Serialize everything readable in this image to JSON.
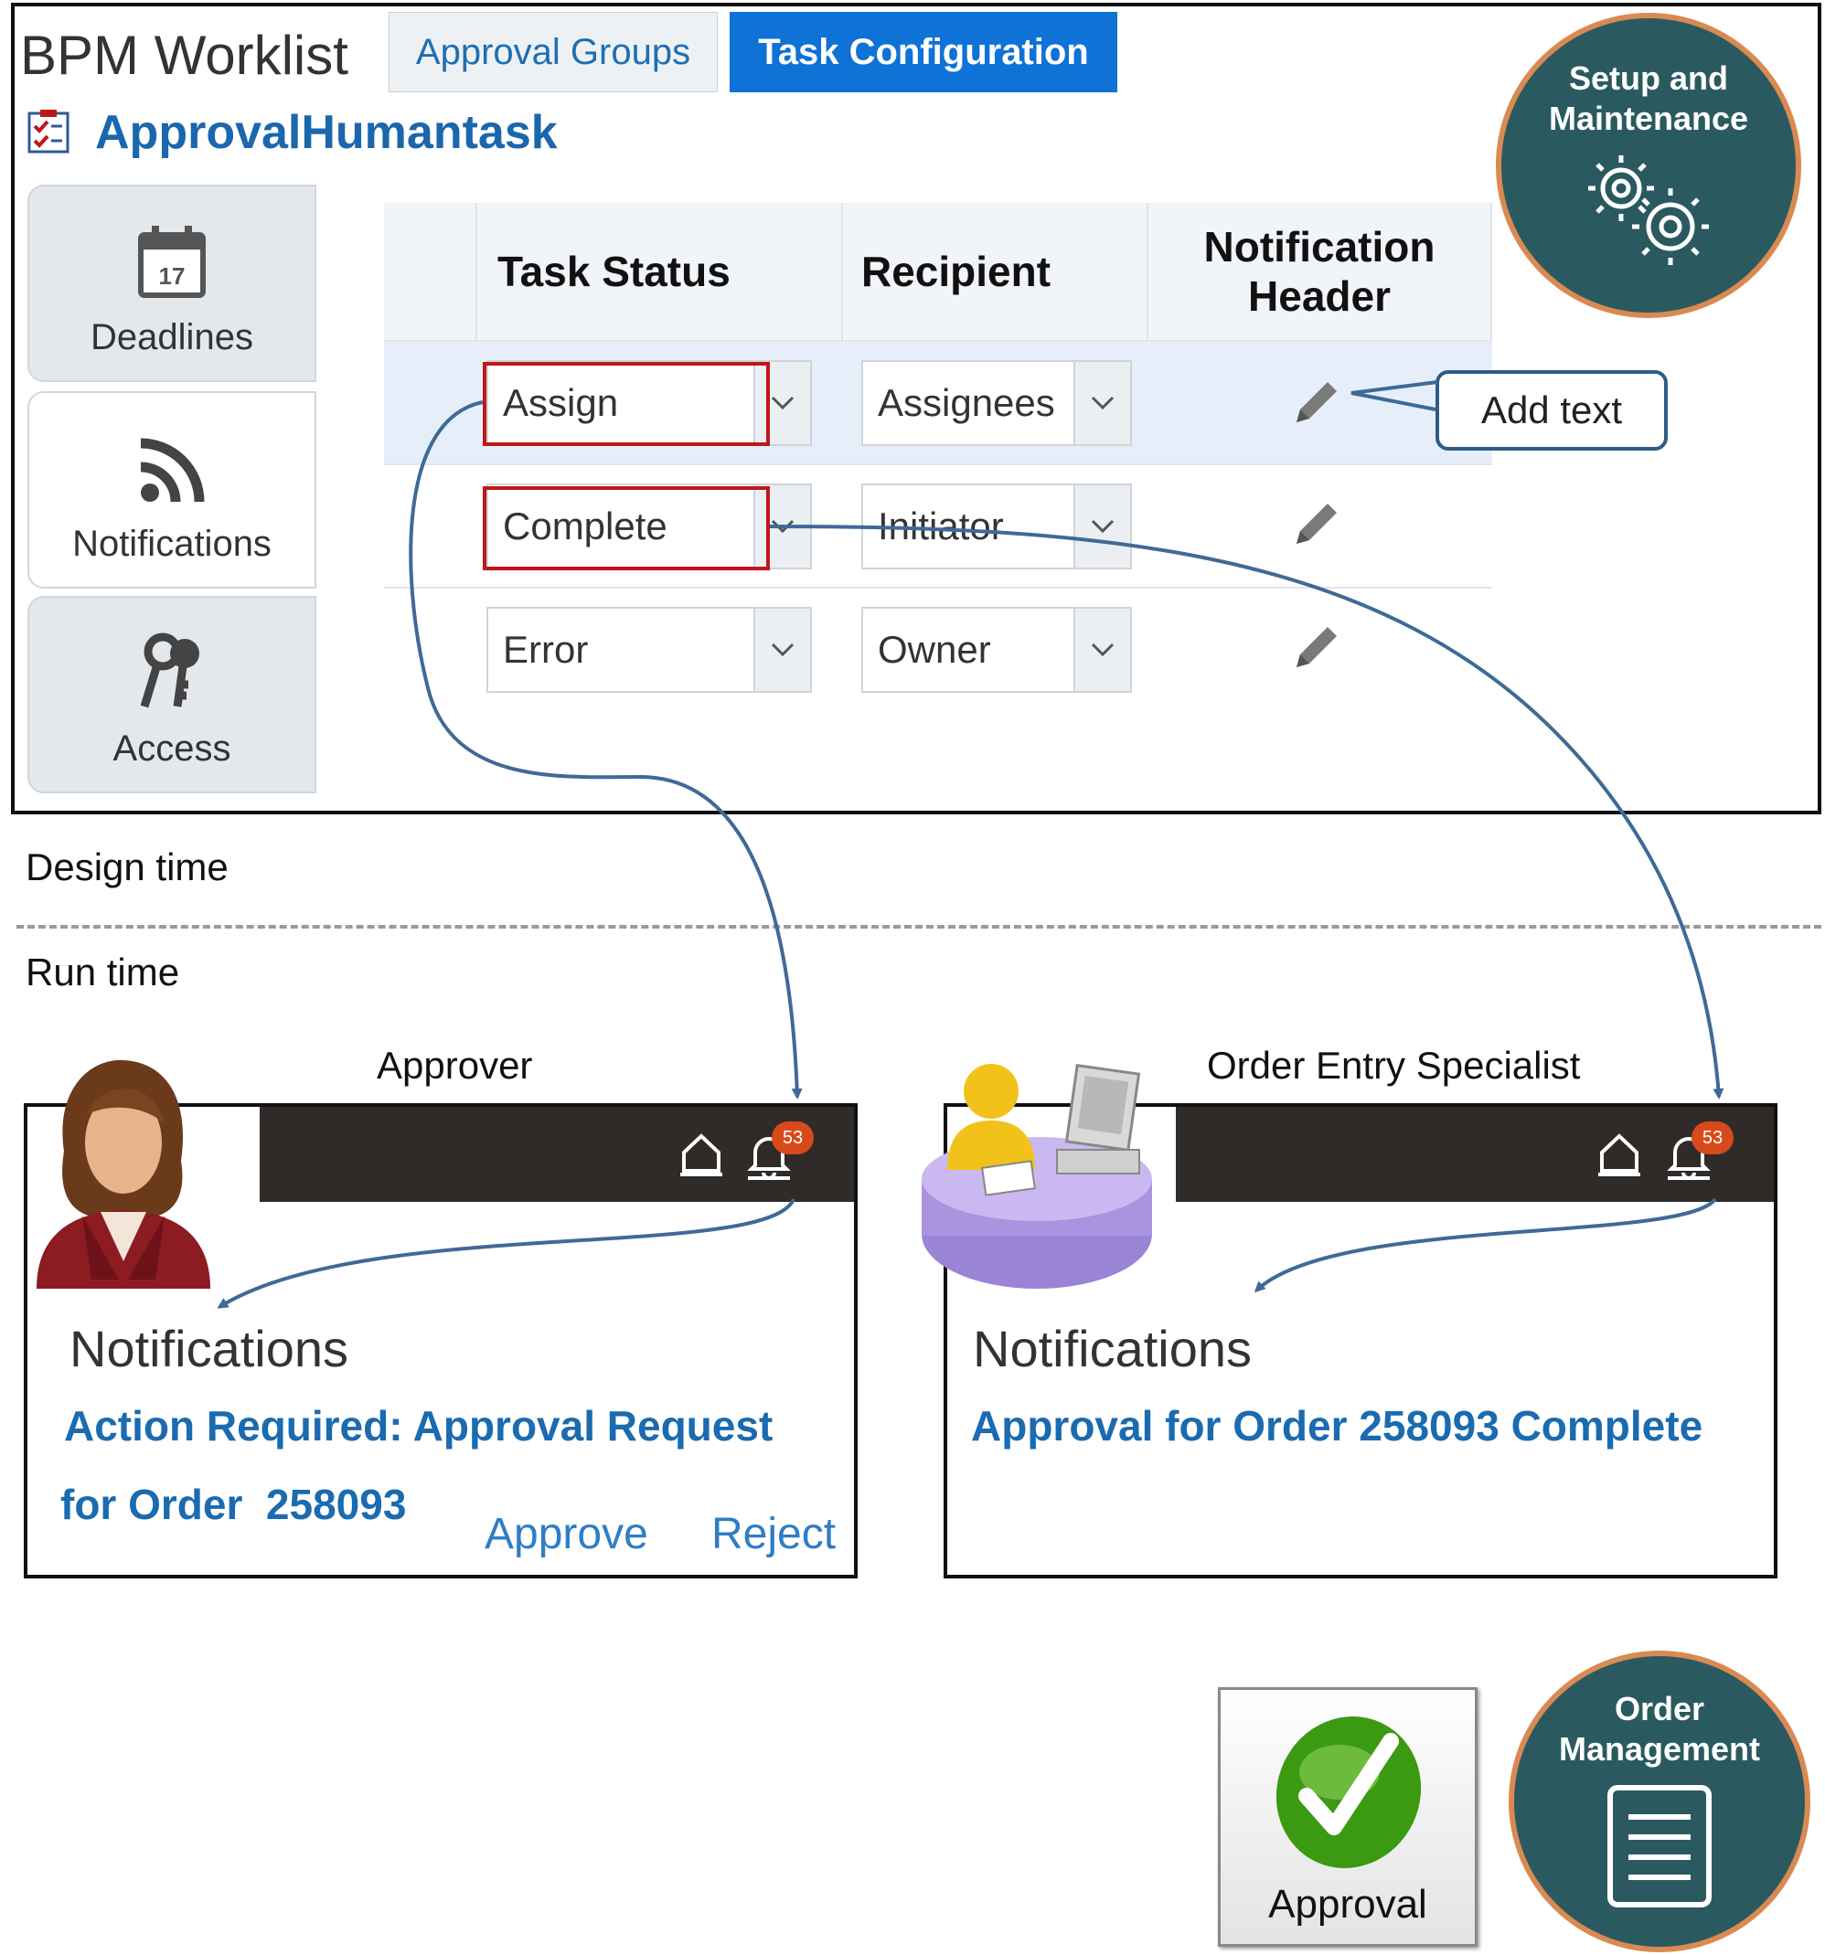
{
  "design": {
    "app_title": "BPM Worklist",
    "tabs": [
      {
        "label": "Approval Groups",
        "active": false
      },
      {
        "label": "Task Configuration",
        "active": true
      }
    ],
    "task_title": "ApprovalHumantask",
    "side_tabs": [
      {
        "label": "Deadlines",
        "icon": "calendar-icon",
        "calendar_day": "17"
      },
      {
        "label": "Notifications",
        "icon": "rss-icon"
      },
      {
        "label": "Access",
        "icon": "keys-icon"
      }
    ],
    "table": {
      "headers": [
        "Task Status",
        "Recipient",
        "Notification Header"
      ],
      "rows": [
        {
          "status": "Assign",
          "recipient": "Assignees"
        },
        {
          "status": "Complete",
          "recipient": "Initiator"
        },
        {
          "status": "Error",
          "recipient": "Owner"
        }
      ]
    },
    "callout": "Add text",
    "setup_badge": "Setup and Maintenance"
  },
  "section_labels": {
    "design_time": "Design time",
    "run_time": "Run time"
  },
  "runtime": {
    "approver": {
      "role": "Approver",
      "badge_count": "53",
      "notifications_title": "Notifications",
      "message_line1": "Action Required: Approval Request",
      "message_line2": "for Order  258093",
      "approve": "Approve",
      "reject": "Reject"
    },
    "specialist": {
      "role": "Order Entry Specialist",
      "badge_count": "53",
      "notifications_title": "Notifications",
      "message": "Approval for Order 258093 Complete"
    }
  },
  "footer": {
    "approval_label": "Approval",
    "order_badge": "Order Management"
  },
  "colors": {
    "accent_blue": "#0e72d6",
    "link_blue": "#1a6bb0",
    "badge_teal": "#2a5a60",
    "badge_ring": "#d98a52",
    "highlight_red": "#c0161b",
    "arrow_blue": "#3e6a97"
  }
}
